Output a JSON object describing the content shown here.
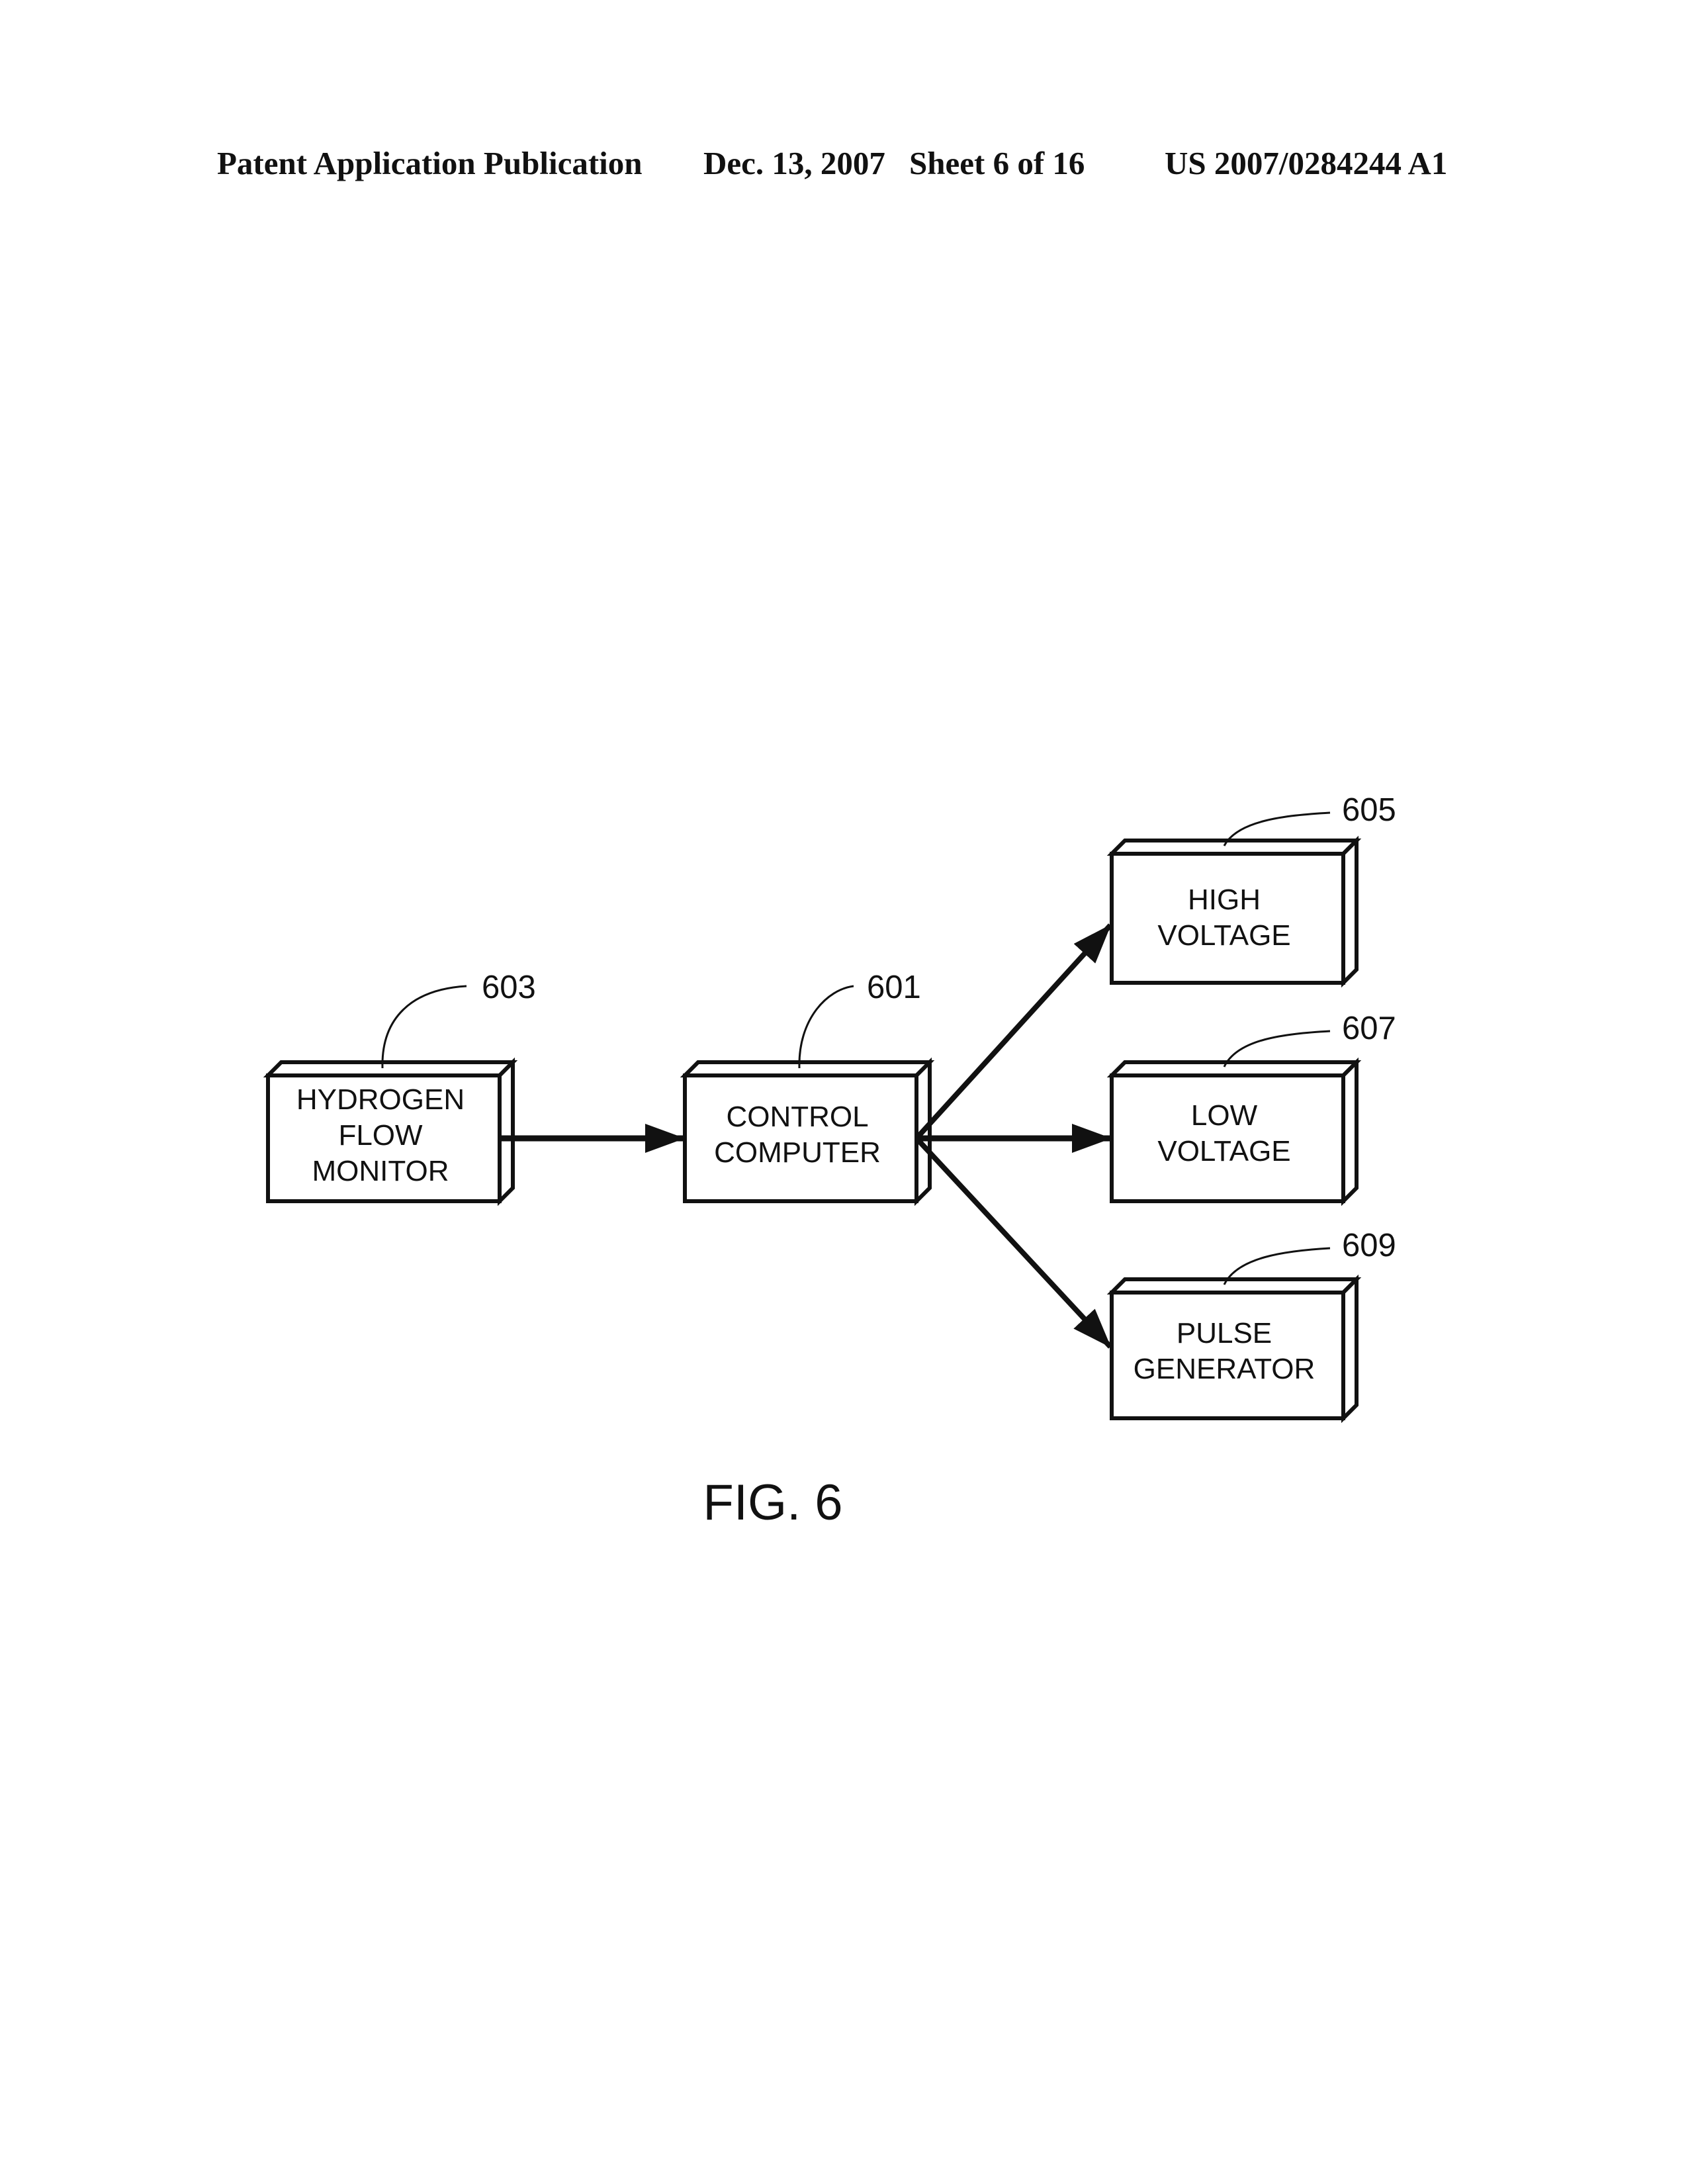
{
  "header": {
    "publication": "Patent Application Publication",
    "date": "Dec. 13, 2007",
    "sheet": "Sheet 6 of 16",
    "number": "US 2007/0284244 A1"
  },
  "diagram": {
    "blocks": {
      "hydrogen": {
        "ref": "603",
        "lines": [
          "HYDROGEN",
          "FLOW",
          "MONITOR"
        ]
      },
      "control": {
        "ref": "601",
        "lines": [
          "CONTROL",
          "COMPUTER"
        ]
      },
      "high": {
        "ref": "605",
        "lines": [
          "HIGH",
          "VOLTAGE"
        ]
      },
      "low": {
        "ref": "607",
        "lines": [
          "LOW",
          "VOLTAGE"
        ]
      },
      "pulse": {
        "ref": "609",
        "lines": [
          "PULSE",
          "GENERATOR"
        ]
      }
    },
    "caption": "FIG. 6"
  }
}
